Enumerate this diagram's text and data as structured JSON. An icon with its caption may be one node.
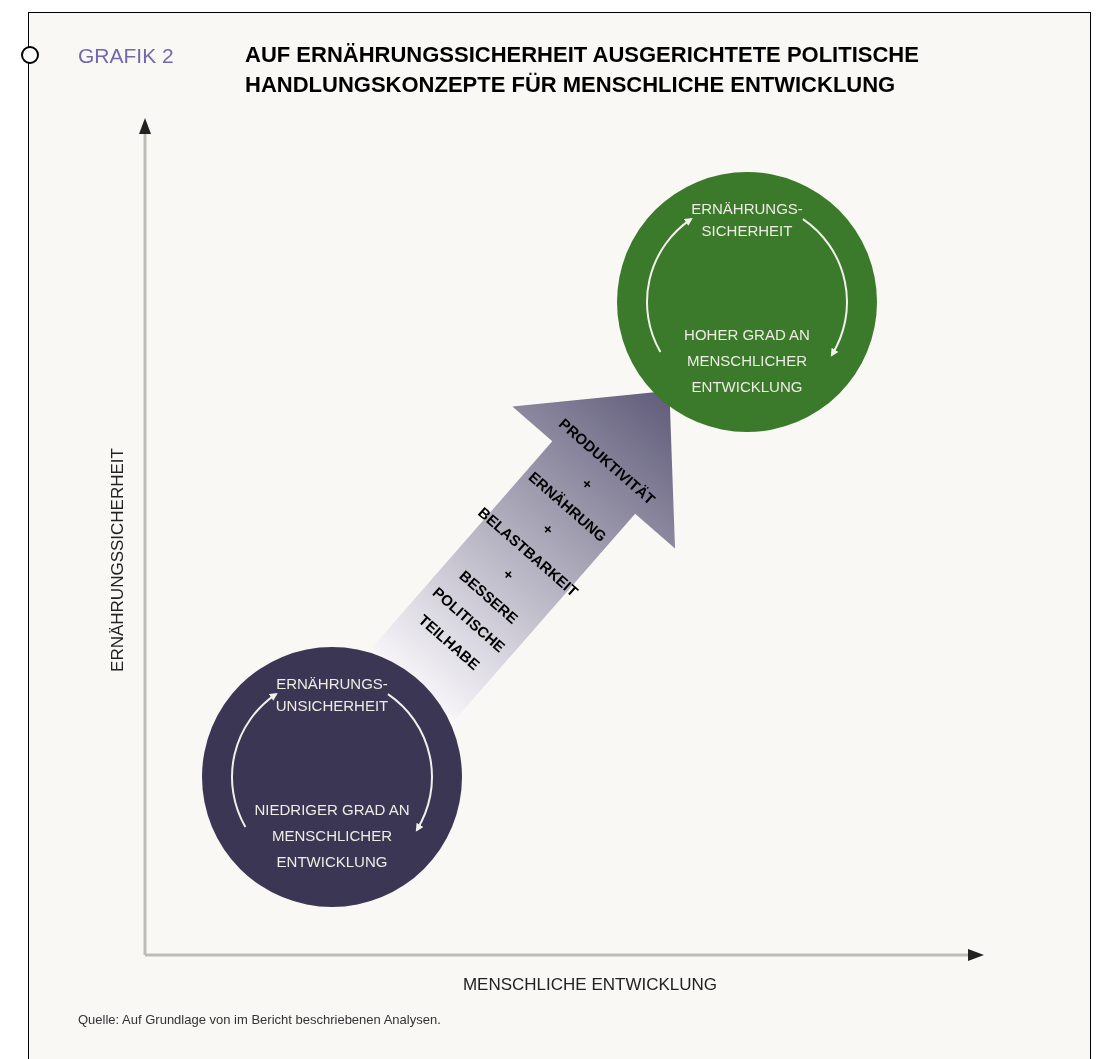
{
  "diagram": {
    "title": "AUF ERNÄHRUNGSSICHERHEIT AUSGERICHTETE POLITISCHE HANDLUNGSKONZEPTE FÜR MENSCHLICHE ENTWICKLUNG",
    "caption": "Quelle: Auf Grundlage von im Bericht beschriebenen Analysen.",
    "nodes": [
      {
        "text": [
          "ERNÄHRUNGS- UNSICHERHEIT",
          "NIEDRIGER GRAD AN MENSCHLICHER ENTWICKLUNG"
        ]
      },
      {
        "text": [
          "ERNÄHRUNGS- SICHERHEIT",
          "HOHER GRAD AN MENSCHLICHER ENTWICKLUNG"
        ]
      }
    ],
    "edges": [
      {
        "from": 0,
        "to": 1,
        "arrow": "to",
        "label": "PRODUKTIVITÄT + ERNÄHRUNG + BELASTBARKEIT + BESSERE POLITISCHE TEILHABE"
      }
    ],
    "labels": [
      "GRAFIK 2",
      "ERNÄHRUNGSSICHERHEIT",
      "MENSCHLICHE ENTWICKLUNG"
    ]
  }
}
